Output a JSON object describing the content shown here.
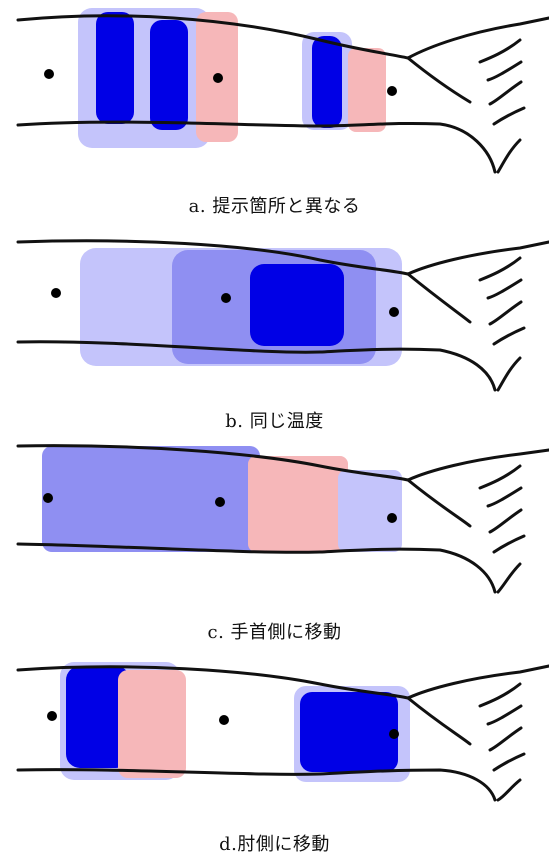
{
  "colors": {
    "dark_blue": "#0000e6",
    "medium_blue": "#8f8ff2",
    "light_blue": "#c4c4fb",
    "pink": "#f6b7b9",
    "outline": "#111111",
    "dot": "#000000"
  },
  "panels": [
    {
      "caption": "a.  提示箇所と異なる",
      "bands": [
        "light_blue",
        "dark_blue",
        "light_blue",
        "dark_blue",
        "pink",
        "light_blue",
        "dark_blue",
        "pink"
      ]
    },
    {
      "caption": "b.  同じ温度",
      "bands": [
        "light_blue",
        "medium_blue",
        "dark_blue"
      ]
    },
    {
      "caption": "c.  手首側に移動",
      "bands": [
        "medium_blue",
        "pink",
        "light_blue"
      ]
    },
    {
      "caption": "d.肘側に移動",
      "bands": [
        "light_blue",
        "dark_blue",
        "pink",
        "light_blue",
        "dark_blue"
      ]
    }
  ]
}
